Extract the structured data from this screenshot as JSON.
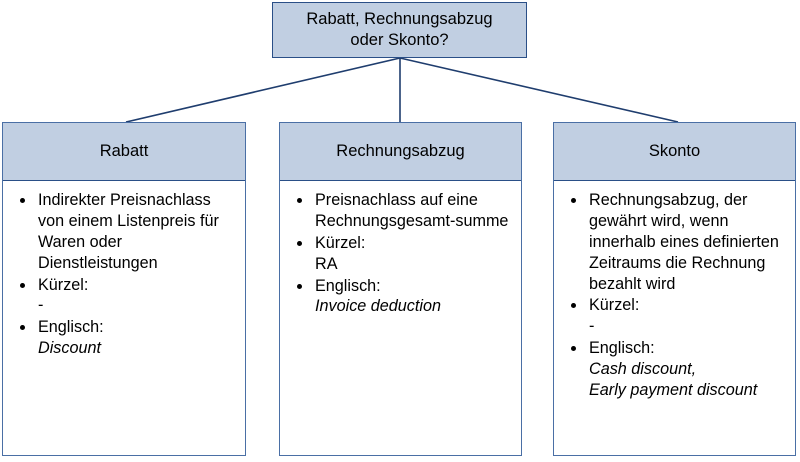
{
  "diagram": {
    "type": "hierarchy-tree",
    "root": {
      "label": "Rabatt, Rechnungsabzug oder Skonto?",
      "line1": "Rabatt, Rechnungsabzug",
      "line2": "oder Skonto?",
      "fill": "#c1cfe2",
      "border": "#2a4f87"
    },
    "connector_color": "#1f3d6e",
    "categories": [
      {
        "title": "Rabatt",
        "items": [
          {
            "bullet": "Indirekter Preisnachlass von einem Listenpreis für Waren oder Dienstleistungen",
            "sub": null,
            "sub_italic": false
          },
          {
            "bullet": "Kürzel:",
            "sub": "-",
            "sub_italic": false
          },
          {
            "bullet": "Englisch:",
            "sub": "Discount",
            "sub_italic": true
          }
        ]
      },
      {
        "title": "Rechnungsabzug",
        "items": [
          {
            "bullet": "Preisnachlass auf eine Rechnungsgesamt-summe",
            "sub": null,
            "sub_italic": false
          },
          {
            "bullet": "Kürzel:",
            "sub": "RA",
            "sub_italic": false
          },
          {
            "bullet": "Englisch:",
            "sub": "Invoice deduction",
            "sub_italic": true
          }
        ]
      },
      {
        "title": "Skonto",
        "items": [
          {
            "bullet": "Rechnungsabzug, der gewährt wird, wenn innerhalb eines definierten Zeitraums die Rechnung bezahlt wird",
            "sub": null,
            "sub_italic": false
          },
          {
            "bullet": "Kürzel:",
            "sub": "-",
            "sub_italic": false
          },
          {
            "bullet": "Englisch:",
            "sub": "Cash discount,",
            "sub2": "Early payment discount",
            "sub_italic": true
          }
        ]
      }
    ]
  }
}
